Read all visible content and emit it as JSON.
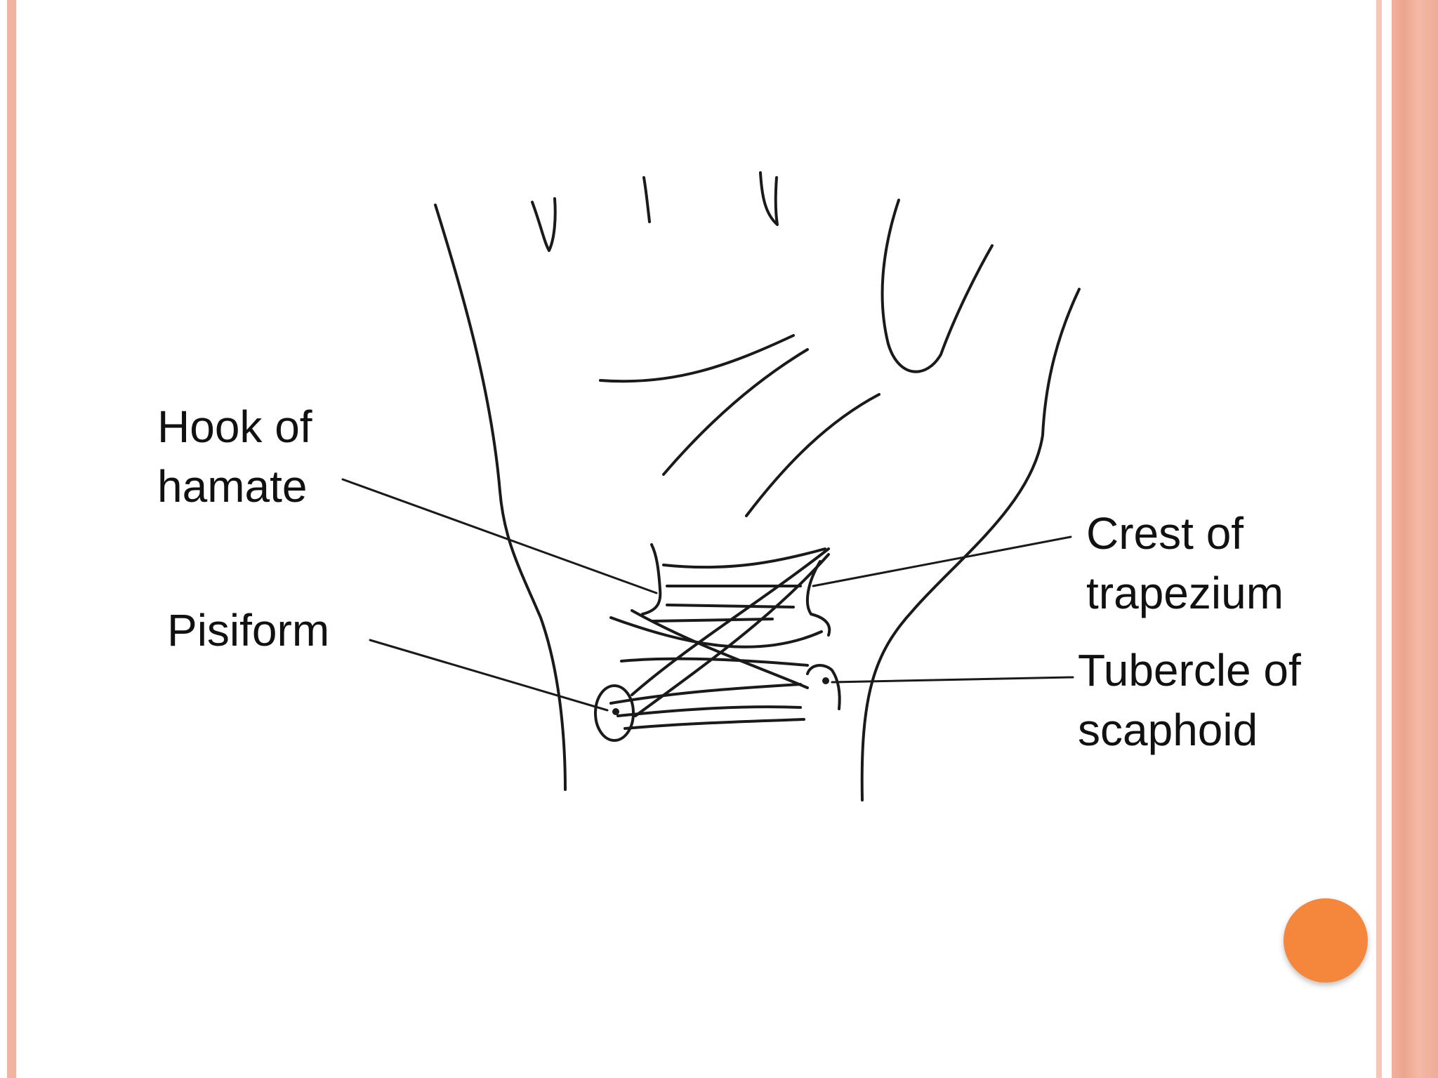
{
  "labels": {
    "hook_line1": "Hook of",
    "hook_line2": "hamate",
    "pisiform": "Pisiform",
    "crest_line1": "Crest of",
    "crest_line2": "trapezium",
    "tubercle_line1": "Tubercle of",
    "tubercle_line2": "scaphoid"
  },
  "colors": {
    "frame": "#f3b3a1",
    "accent_dot": "#f5873c",
    "ink": "#111111"
  },
  "icons": {
    "nav_dot": "orange-circle-icon"
  }
}
